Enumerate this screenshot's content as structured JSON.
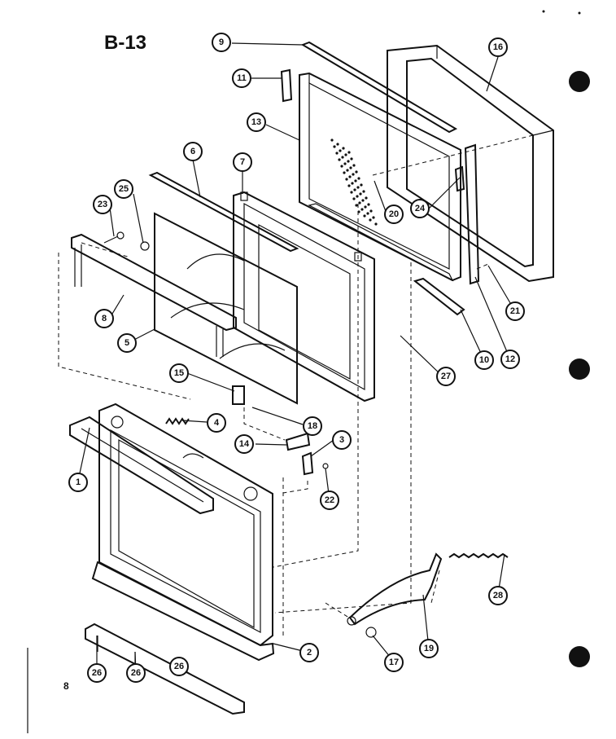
{
  "diagram": {
    "title": "B-13",
    "page_number": "8",
    "callouts": [
      {
        "id": "c9-top",
        "label": "9"
      },
      {
        "id": "c16",
        "label": "16"
      },
      {
        "id": "c11",
        "label": "11"
      },
      {
        "id": "c13",
        "label": "13"
      },
      {
        "id": "c6",
        "label": "6"
      },
      {
        "id": "c7",
        "label": "7"
      },
      {
        "id": "c25",
        "label": "25"
      },
      {
        "id": "c23",
        "label": "23"
      },
      {
        "id": "c20",
        "label": "20"
      },
      {
        "id": "c24",
        "label": "24"
      },
      {
        "id": "c21",
        "label": "21"
      },
      {
        "id": "c8",
        "label": "8"
      },
      {
        "id": "c5",
        "label": "5"
      },
      {
        "id": "c10",
        "label": "10"
      },
      {
        "id": "c12",
        "label": "12"
      },
      {
        "id": "c27",
        "label": "27"
      },
      {
        "id": "c15",
        "label": "15"
      },
      {
        "id": "c4",
        "label": "4"
      },
      {
        "id": "c18",
        "label": "18"
      },
      {
        "id": "c14",
        "label": "14"
      },
      {
        "id": "c3",
        "label": "3"
      },
      {
        "id": "c1",
        "label": "1"
      },
      {
        "id": "c22",
        "label": "22"
      },
      {
        "id": "c28",
        "label": "28"
      },
      {
        "id": "c19",
        "label": "19"
      },
      {
        "id": "c17",
        "label": "17"
      },
      {
        "id": "c26-left",
        "label": "26"
      },
      {
        "id": "c26-mid",
        "label": "26"
      },
      {
        "id": "c26-bot",
        "label": "26"
      },
      {
        "id": "c2",
        "label": "2"
      }
    ]
  }
}
